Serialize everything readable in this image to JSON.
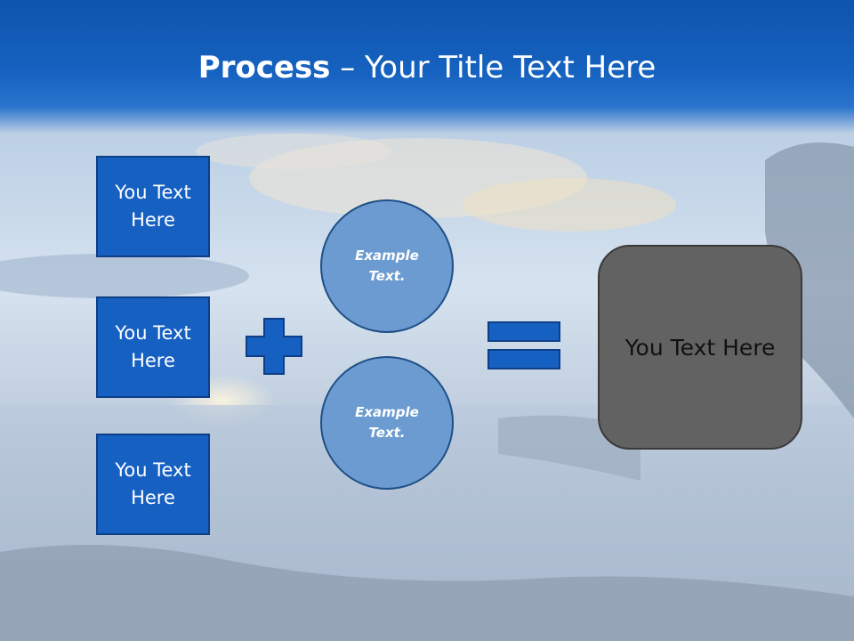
{
  "title": {
    "bold": "Process",
    "rest": " – Your Title Text Here"
  },
  "boxes": [
    {
      "label": "You Text Here"
    },
    {
      "label": "You Text Here"
    },
    {
      "label": "You Text Here"
    }
  ],
  "circles": [
    {
      "label": "Example Text."
    },
    {
      "label": "Example Text."
    }
  ],
  "result": {
    "label": "You Text Here"
  },
  "icons": {
    "plus": "plus-icon",
    "equals": "equals-icon"
  },
  "colors": {
    "header": "#1662c0",
    "box": "#1660c2",
    "circle": "#6b9bd0",
    "result": "#626262",
    "operator": "#1660c2"
  }
}
